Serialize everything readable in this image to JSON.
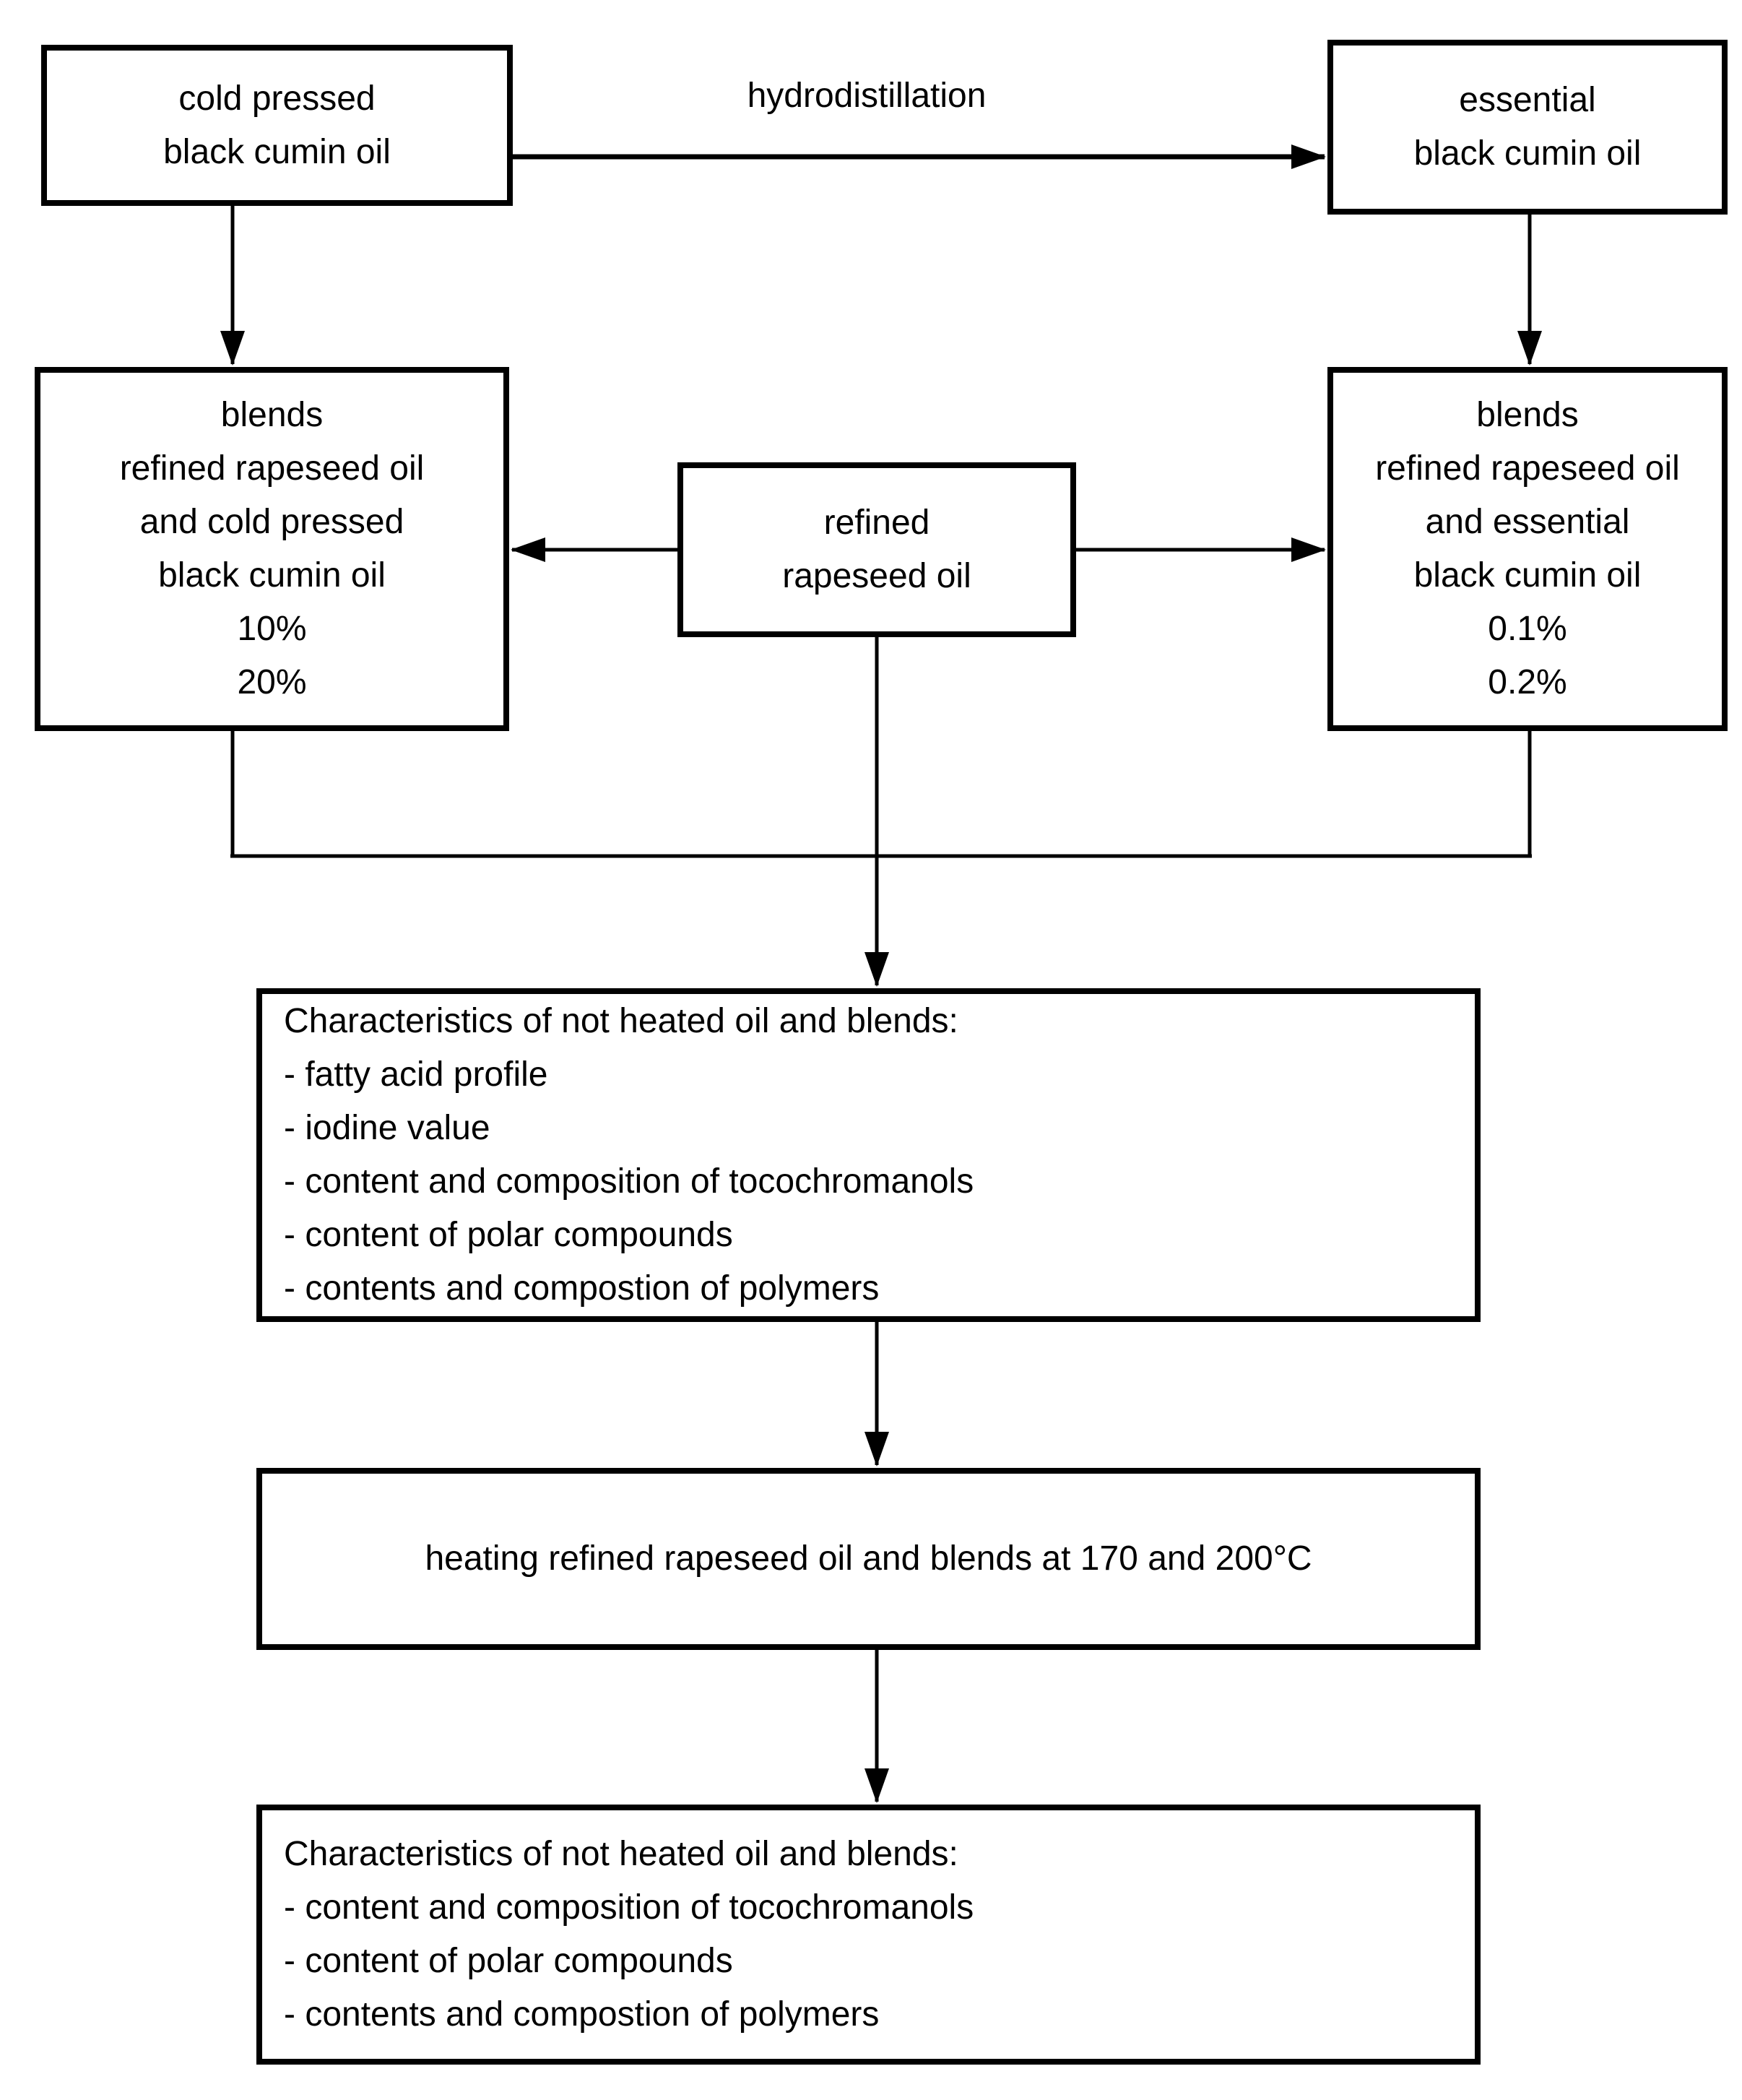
{
  "colors": {
    "line": "#000000",
    "background": "#ffffff",
    "text": "#000000"
  },
  "edge_labels": {
    "hydrodistillation": "hydrodistillation"
  },
  "nodes": {
    "cold_pressed": {
      "lines": [
        "cold pressed",
        "black cumin oil"
      ]
    },
    "essential": {
      "lines": [
        "essential",
        "black cumin oil"
      ]
    },
    "blends_cold": {
      "lines": [
        "blends",
        "refined rapeseed oil",
        "and cold pressed",
        "black cumin oil",
        "10%",
        "20%"
      ]
    },
    "refined": {
      "lines": [
        "refined",
        "rapeseed oil"
      ]
    },
    "blends_essential": {
      "lines": [
        "blends",
        "refined rapeseed oil",
        "and essential",
        "black cumin oil",
        "0.1%",
        "0.2%"
      ]
    },
    "characteristics_unheated": {
      "lines": [
        "Characteristics of not heated oil and blends:",
        "- fatty acid profile",
        "- iodine value",
        "- content and composition of tocochromanols",
        "- content of polar compounds",
        "- contents and compostion of polymers"
      ]
    },
    "heating": {
      "lines": [
        "heating refined rapeseed oil and blends at 170 and 200°C"
      ]
    },
    "characteristics_heated": {
      "lines": [
        "Characteristics of not heated oil and blends:",
        "- content and composition of tocochromanols",
        "- content of polar compounds",
        "- contents and compostion of polymers"
      ]
    }
  }
}
